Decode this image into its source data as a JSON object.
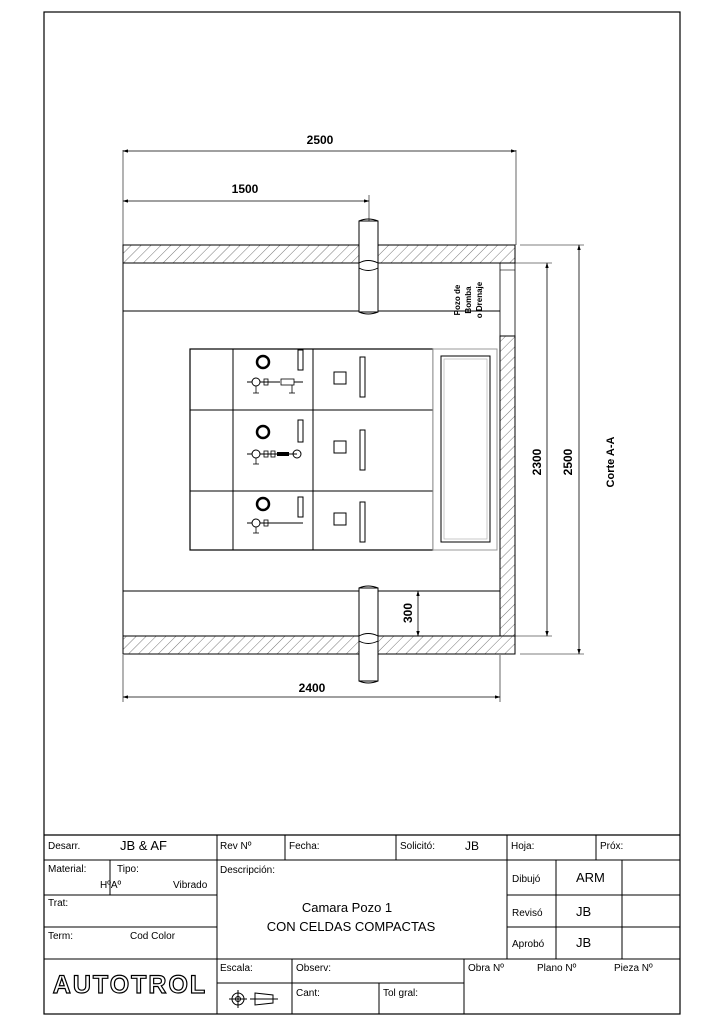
{
  "drawing": {
    "dimensions": {
      "total_width": "2500",
      "partial_width": "1500",
      "bottom_width": "2400",
      "inner_height": "2300",
      "outer_height": "2500",
      "bottom_offset": "300"
    },
    "label_pump_line1": "Pozo de",
    "label_pump_line2": "Bomba",
    "label_pump_line3": "o Drenaje",
    "section_label": "Corte A-A",
    "colors": {
      "line": "#000000",
      "hatch": "#555555",
      "background": "#ffffff"
    }
  },
  "title_block": {
    "desarr_label": "Desarr.",
    "desarr_value": "JB & AF",
    "rev_label": "Rev Nº",
    "fecha_label": "Fecha:",
    "solicito_label": "Solicitó:",
    "solicito_value": "JB",
    "hoja_label": "Hoja:",
    "prox_label": "Próx:",
    "material_label": "Material:",
    "material_value": "HºAº",
    "tipo_label": "Tipo:",
    "tipo_value": "Vibrado",
    "descripcion_label": "Descripción:",
    "description_line1": "Camara Pozo 1",
    "description_line2": "CON CELDAS COMPACTAS",
    "dibujo_label": "Dibujó",
    "dibujo_value": "ARM",
    "reviso_label": "Revisó",
    "reviso_value": "JB",
    "aprobo_label": "Aprobó",
    "aprobo_value": "JB",
    "trat_label": "Trat:",
    "term_label": "Term:",
    "term_value": "Cod Color",
    "escala_label": "Escala:",
    "observ_label": "Observ:",
    "obra_label": "Obra Nº",
    "plano_label": "Plano Nº",
    "pieza_label": "Pieza  Nº",
    "cant_label": "Cant:",
    "tol_label": "Tol gral:",
    "logo_text": "AUTOTROL"
  }
}
